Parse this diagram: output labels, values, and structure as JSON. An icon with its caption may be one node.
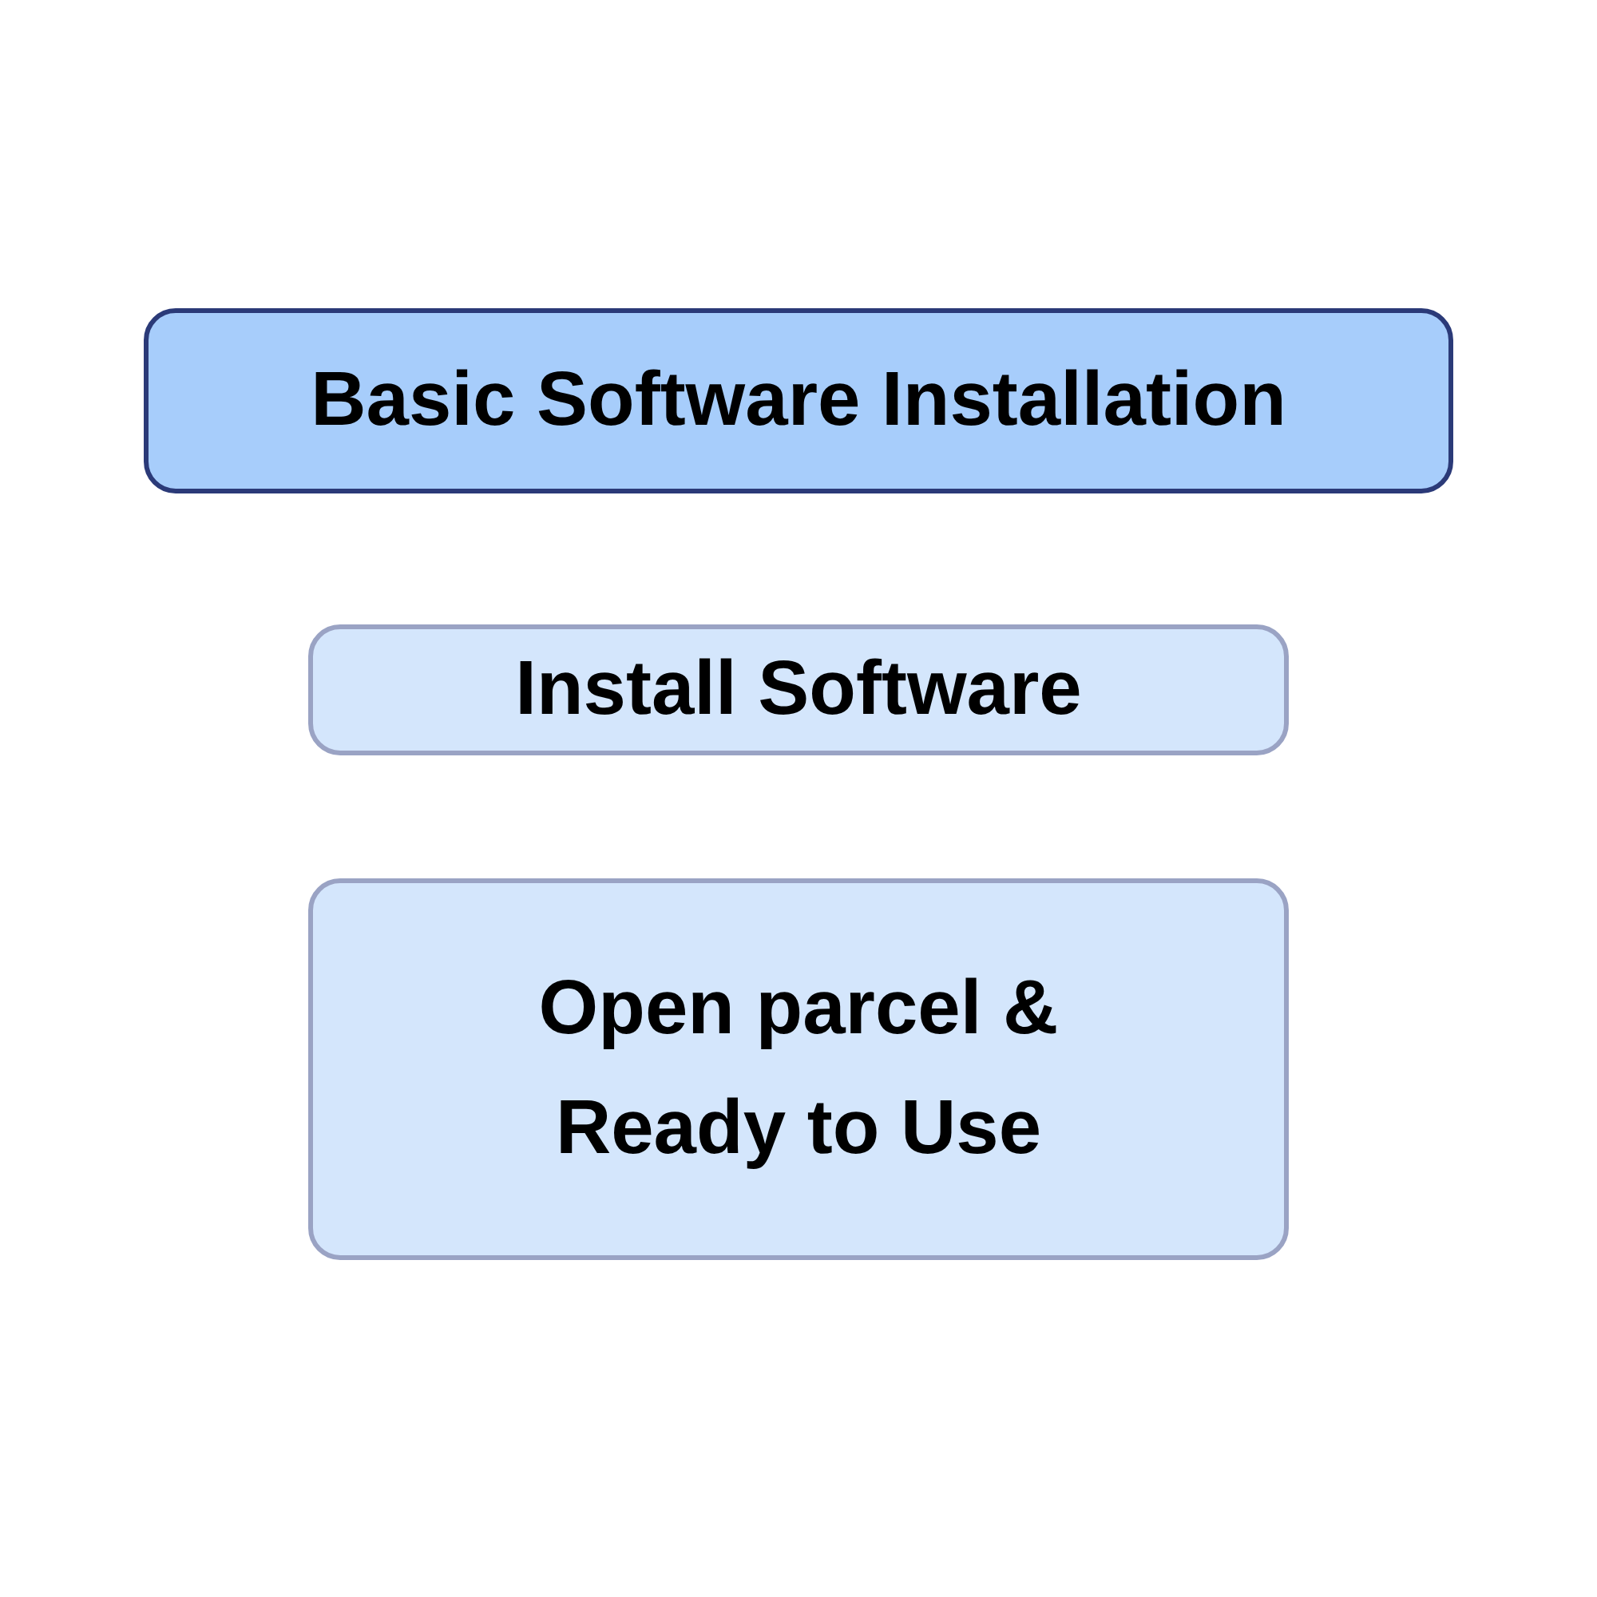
{
  "diagram": {
    "nodes": [
      {
        "text": [
          "Basic Software Installation"
        ]
      },
      {
        "text": [
          "Install Software"
        ]
      },
      {
        "text": [
          "Open parcel & Ready to Use"
        ]
      }
    ]
  }
}
